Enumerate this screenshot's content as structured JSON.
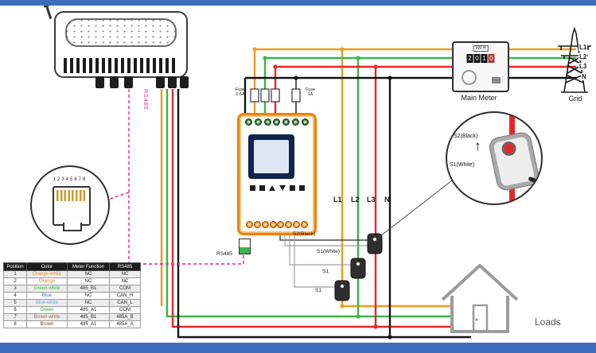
{
  "labels": {
    "grid": "Grid",
    "main_meter": "Main Meter",
    "loads": "Loads",
    "rs485_inverter": "RS485",
    "rs485_meter_port": "RS485",
    "fuse_small": "Fuse 0.5A",
    "fuse_large": "Fuse 1A",
    "phase_l1": "L1",
    "phase_l2": "L2",
    "phase_l3": "L3",
    "phase_n": "N",
    "grid_l1": "L1",
    "grid_l2": "L2",
    "grid_l3": "L3",
    "grid_n": "N",
    "ct_s2_black": "S2(Black)",
    "ct_s1_white": "S1(White)",
    "ct_s1_a": "S1",
    "ct_s1_b": "S1"
  },
  "ct_detail": {
    "s2_label": "S2(Black)",
    "s1_label": "S1(White)"
  },
  "rj45": {
    "pins_label": "12345678"
  },
  "main_meter": {
    "unit_label": "kW·H",
    "digits": [
      "2",
      "0",
      "1",
      "0"
    ]
  },
  "table": {
    "headers": [
      "Position",
      "Color",
      "Meter Function",
      "RS485"
    ],
    "rows": [
      [
        "1",
        "Orange-white",
        "NC",
        "NC"
      ],
      [
        "2",
        "Orange",
        "NC",
        "NC"
      ],
      [
        "3",
        "Green-white",
        "485_B1",
        "COM"
      ],
      [
        "4",
        "Blue",
        "NC",
        "CAN_H"
      ],
      [
        "5",
        "Blue-white",
        "NC",
        "CAN_L"
      ],
      [
        "6",
        "Green",
        "485_A1",
        "COM"
      ],
      [
        "7",
        "Brown-white",
        "485_B1",
        "485A_B"
      ],
      [
        "8",
        "Brown",
        "485_A1",
        "485A_A"
      ]
    ]
  },
  "colors": {
    "l1": "#f09c1c",
    "l2": "#3cb44a",
    "l3": "#e8262a",
    "n": "#141414",
    "rs485": "#e7258e",
    "bar": "#3e6dbe",
    "meterframe": "#ef8200"
  }
}
